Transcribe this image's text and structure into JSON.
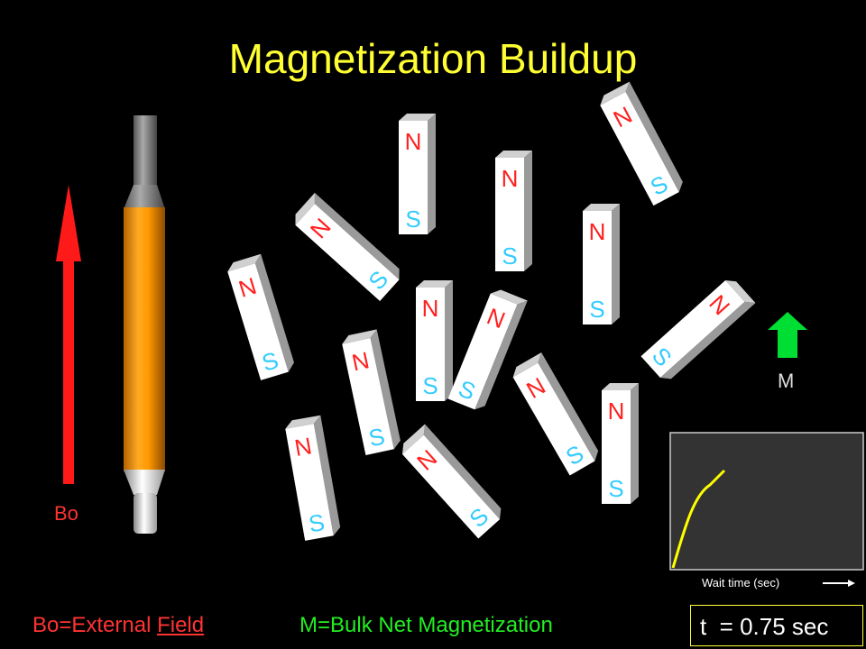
{
  "title": "Magnetization Buildup",
  "field_label": "Bo",
  "magnetization_label": "M",
  "magnet_poles": {
    "north": "N",
    "south": "S"
  },
  "legend": {
    "bo_prefix": "Bo=External ",
    "bo_field_word": "Field",
    "m_text": "M=Bulk Net Magnetization"
  },
  "graph": {
    "xlabel": "Wait time (sec)"
  },
  "time_display": "t  = 0.75 sec",
  "colors": {
    "title": "#ffff33",
    "field_arrow": "#ff1a1a",
    "magnetization_arrow": "#00dd33",
    "north_label": "#ff2020",
    "south_label": "#33ccff",
    "magnet_body": "#ffffff",
    "sample_tube": "#ff9900",
    "curve": "#ffff00"
  },
  "icons": {
    "field_arrow": "up-arrow-icon",
    "magnetization_arrow": "up-arrow-icon"
  }
}
